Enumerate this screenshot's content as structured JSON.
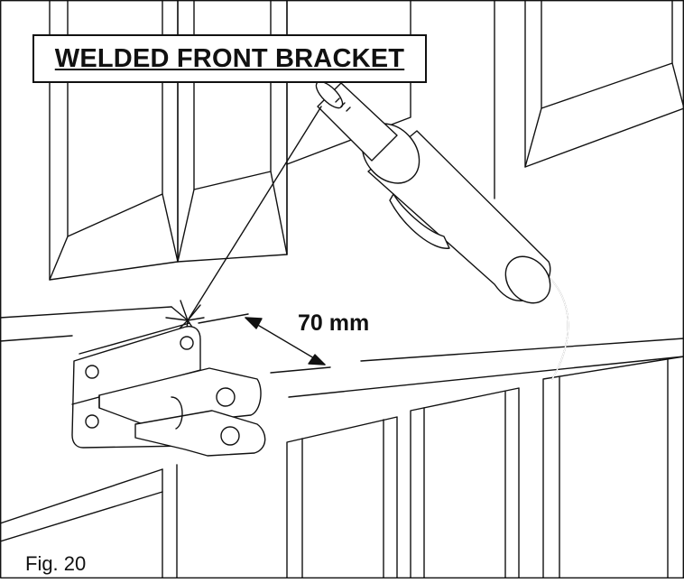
{
  "title": "WELDED FRONT BRACKET",
  "dimension_label": "70 mm",
  "figure_label": "Fig. 20",
  "colors": {
    "line": "#111111",
    "background": "#ffffff"
  }
}
